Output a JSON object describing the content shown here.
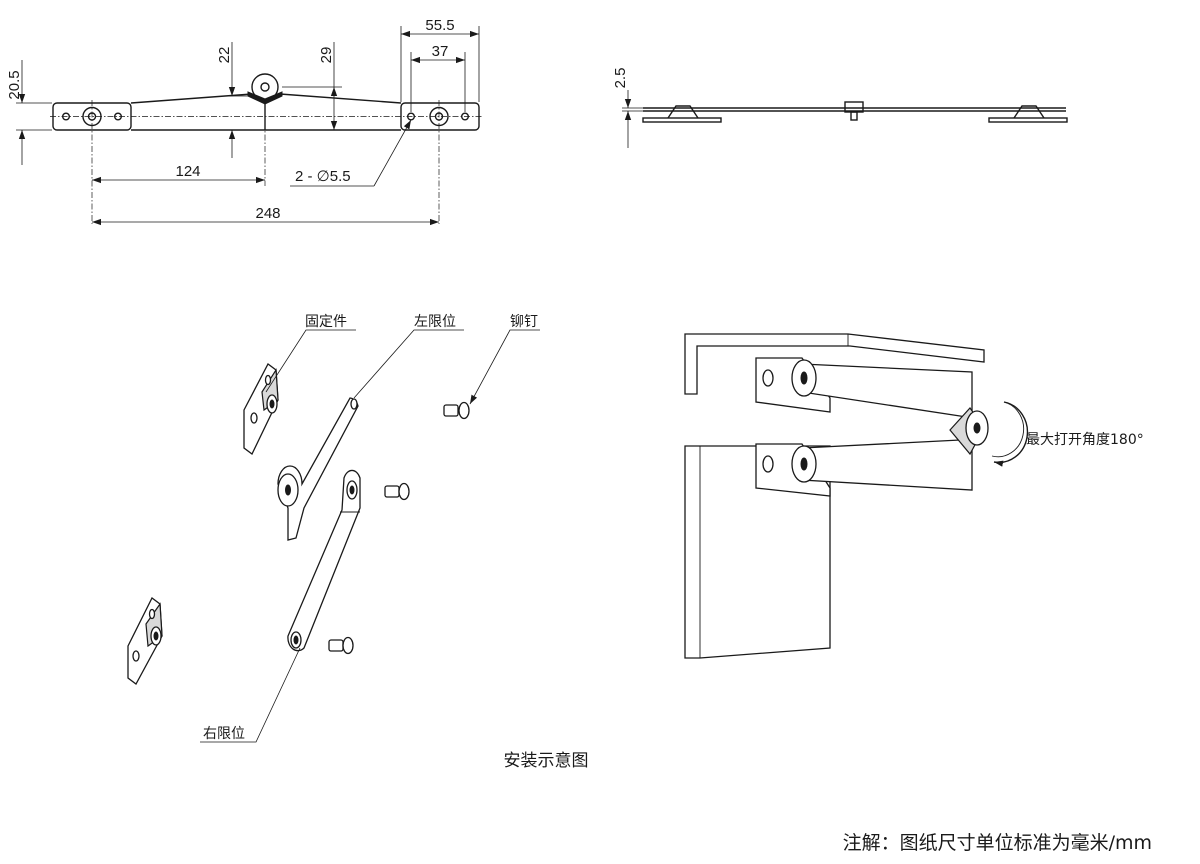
{
  "dimensions": {
    "d_20_5": "20.5",
    "d_22": "22",
    "d_29": "29",
    "d_55_5": "55.5",
    "d_37": "37",
    "d_124": "124",
    "d_248": "248",
    "d_hole": "2 - ∅5.5",
    "d_2_5": "2.5"
  },
  "labels": {
    "fixed_part": "固定件",
    "left_limit": "左限位",
    "rivet": "铆钉",
    "right_limit": "右限位",
    "max_angle": "最大打开角度180°"
  },
  "caption": "安装示意图",
  "note": "注解：图纸尺寸单位标准为毫米/mm"
}
